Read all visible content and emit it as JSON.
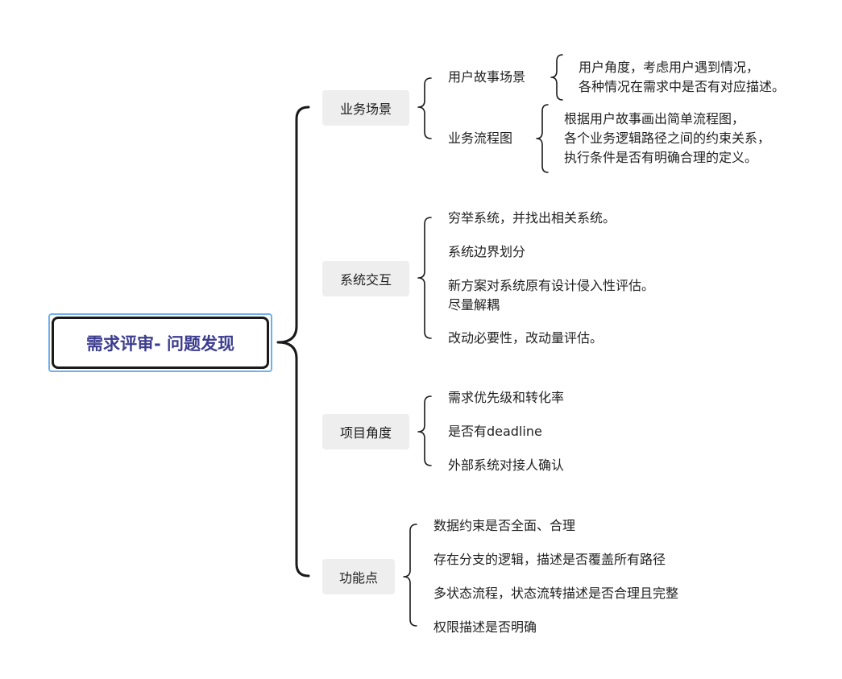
{
  "root": {
    "label": "需求评审- 问题发现"
  },
  "branches": [
    {
      "label": "业务场景",
      "children": [
        {
          "label": "用户故事场景",
          "details": [
            "用户角度，考虑用户遇到情况，",
            "各种情况在需求中是否有对应描述。"
          ]
        },
        {
          "label": "业务流程图",
          "details": [
            "根据用户故事画出简单流程图，",
            "各个业务逻辑路径之间的约束关系，",
            "执行条件是否有明确合理的定义。"
          ]
        }
      ]
    },
    {
      "label": "系统交互",
      "children": [
        {
          "lines": [
            "穷举系统，并找出相关系统。"
          ]
        },
        {
          "lines": [
            "系统边界划分"
          ]
        },
        {
          "lines": [
            "新方案对系统原有设计侵入性评估。",
            "尽量解耦"
          ]
        },
        {
          "lines": [
            "改动必要性，改动量评估。"
          ]
        }
      ]
    },
    {
      "label": "项目角度",
      "children": [
        {
          "lines": [
            "需求优先级和转化率"
          ]
        },
        {
          "lines": [
            "是否有deadline"
          ]
        },
        {
          "lines": [
            "外部系统对接人确认"
          ]
        }
      ]
    },
    {
      "label": "功能点",
      "children": [
        {
          "lines": [
            "数据约束是否全面、合理"
          ]
        },
        {
          "lines": [
            "存在分支的逻辑，描述是否覆盖所有路径"
          ]
        },
        {
          "lines": [
            "多状态流程，状态流转描述是否合理且完整"
          ]
        },
        {
          "lines": [
            "权限描述是否明确"
          ]
        }
      ]
    }
  ]
}
